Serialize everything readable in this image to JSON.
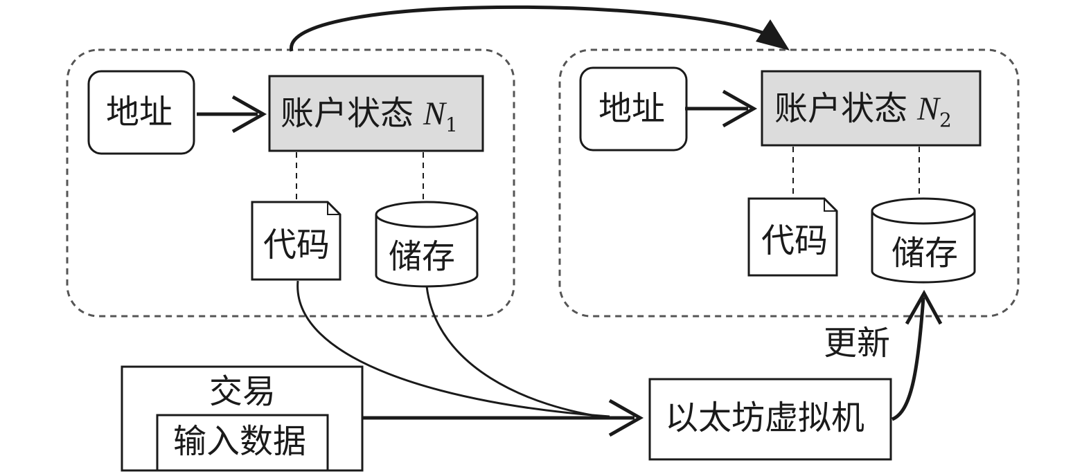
{
  "state1": {
    "address": "地址",
    "account_state": "账户状态",
    "account_var": "N",
    "account_sub": "1",
    "code": "代码",
    "storage": "储存"
  },
  "state2": {
    "address": "地址",
    "account_state": "账户状态",
    "account_var": "N",
    "account_sub": "2",
    "code": "代码",
    "storage": "储存"
  },
  "transaction": {
    "title": "交易",
    "input_data": "输入数据"
  },
  "evm": "以太坊虚拟机",
  "update": "更新",
  "colors": {
    "stroke": "#1a1a1a",
    "dashed": "#555555",
    "account_fill": "#dcdcdc",
    "background": "#ffffff"
  }
}
